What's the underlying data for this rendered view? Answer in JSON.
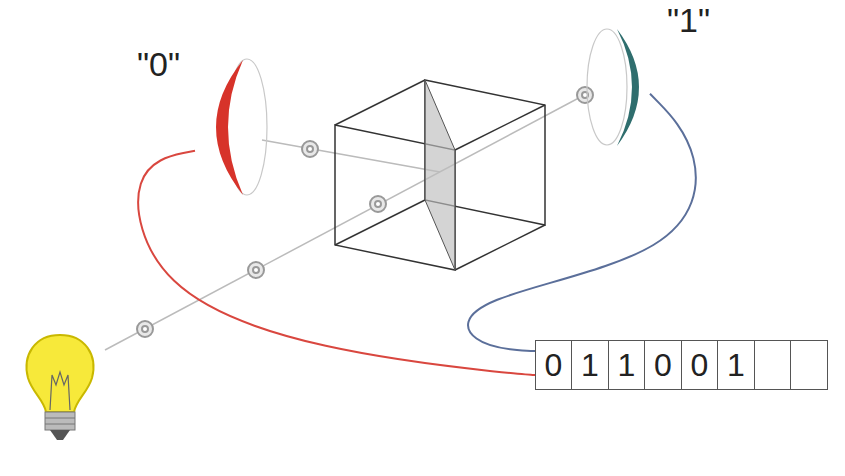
{
  "diagram": {
    "nodes": [
      {
        "text": [
          "\"0\""
        ]
      },
      {
        "text": [
          "\"1\""
        ]
      },
      {
        "text": [
          "0",
          "1",
          "1",
          "0",
          "0",
          "1"
        ]
      }
    ],
    "edges": [
      {
        "from": 0,
        "to": 2,
        "arrow": "none"
      },
      {
        "from": 1,
        "to": 2,
        "arrow": "none"
      }
    ]
  }
}
